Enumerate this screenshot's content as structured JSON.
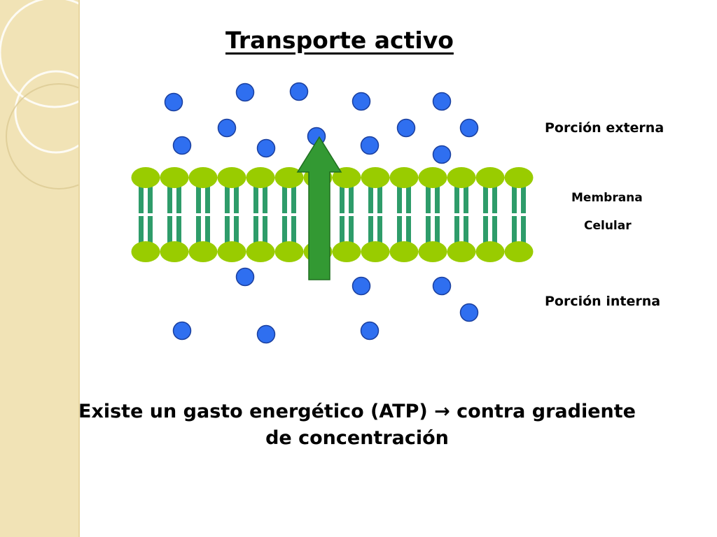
{
  "slide": {
    "title": "Transporte activo",
    "labels": {
      "external": "Porción externa",
      "membrane_line1": "Membrana",
      "membrane_line2": "Celular",
      "internal": "Porción interna"
    },
    "caption": {
      "part1": "Existe un gasto energético (ATP)",
      "arrow_icon": "arrow-right-icon",
      "part2": "contra gradiente",
      "line2": "de concentración"
    },
    "colors": {
      "molecule_fill": "#2f6ff0",
      "molecule_stroke": "#1a3f9e",
      "lipid_head": "#99cc00",
      "lipid_tail": "#2e9c6a",
      "transport_arrow": "#339933",
      "side_band": "#f1e3b6"
    }
  }
}
